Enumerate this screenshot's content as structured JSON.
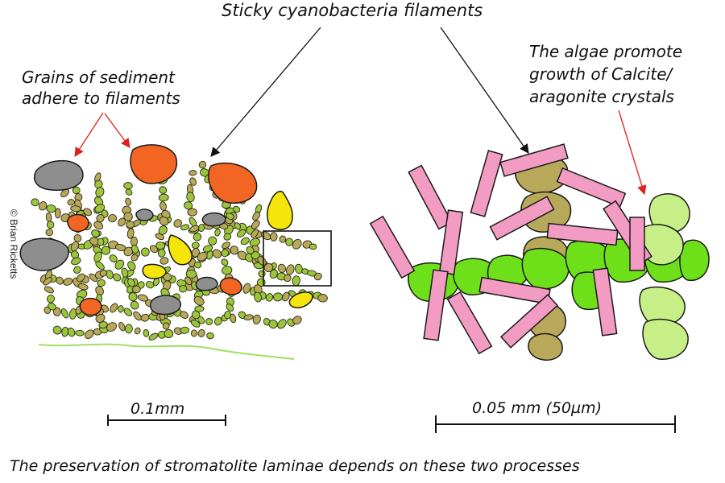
{
  "labels": {
    "top": "Sticky cyanobacteria filaments",
    "left_line1": "Grains of sediment",
    "left_line2": "adhere to filaments",
    "right_line1": "The algae promote",
    "right_line2": "growth of Calcite/",
    "right_line3": "aragonite crystals",
    "scale_left": "0.1mm",
    "scale_right": "0.05 mm (50µm)",
    "caption": "The preservation of stromatolite laminae depends on these two processes",
    "credit": "© Brian Ricketts"
  },
  "colors": {
    "filament_green": "#9bc53d",
    "filament_olive": "#b8a85a",
    "sediment_grey": "#8e8e8e",
    "sediment_orange": "#f26522",
    "sediment_yellow": "#f5e50a",
    "crystal_pink": "#f29cc4",
    "algae_bright": "#6ee01a",
    "algae_pale": "#c6ef88",
    "arrow_red": "#e0201b",
    "arrow_black": "#111111",
    "substrate_line": "#9fe060"
  }
}
